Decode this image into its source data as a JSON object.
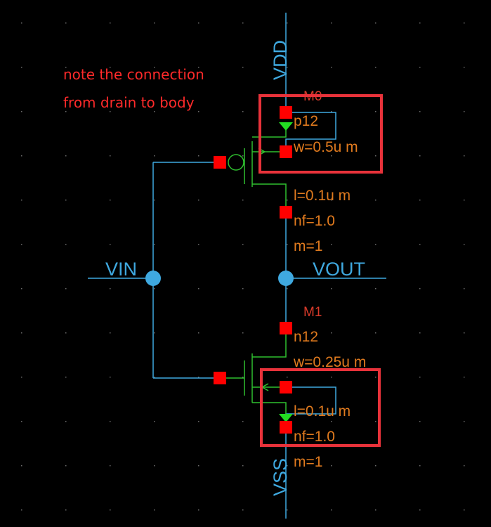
{
  "annotation": {
    "line1": "note the connection",
    "line2": "from drain to body",
    "color": "#e8323a"
  },
  "nets": {
    "vdd": "VDD",
    "vss": "VSS",
    "vin": "VIN",
    "vout": "VOUT"
  },
  "pmos": {
    "instance": "M0",
    "model": "p12",
    "width": "w=0.5u m",
    "length": "l=0.1u m",
    "fingers": "nf=1.0",
    "multiplier": "m=1"
  },
  "nmos": {
    "instance": "M1",
    "model": "n12",
    "width": "w=0.25u m",
    "length": "l=0.1u m",
    "fingers": "nf=1.0",
    "multiplier": "m=1"
  },
  "colors": {
    "background": "#000000",
    "wire": "#3fa9e0",
    "device": "#2fbf2f",
    "pin": "#ff0000",
    "property_text": "#e07a1e",
    "instance_text": "#d83a2a",
    "grid_dot": "#6a6a6a",
    "body_marker": "#22dd22"
  }
}
